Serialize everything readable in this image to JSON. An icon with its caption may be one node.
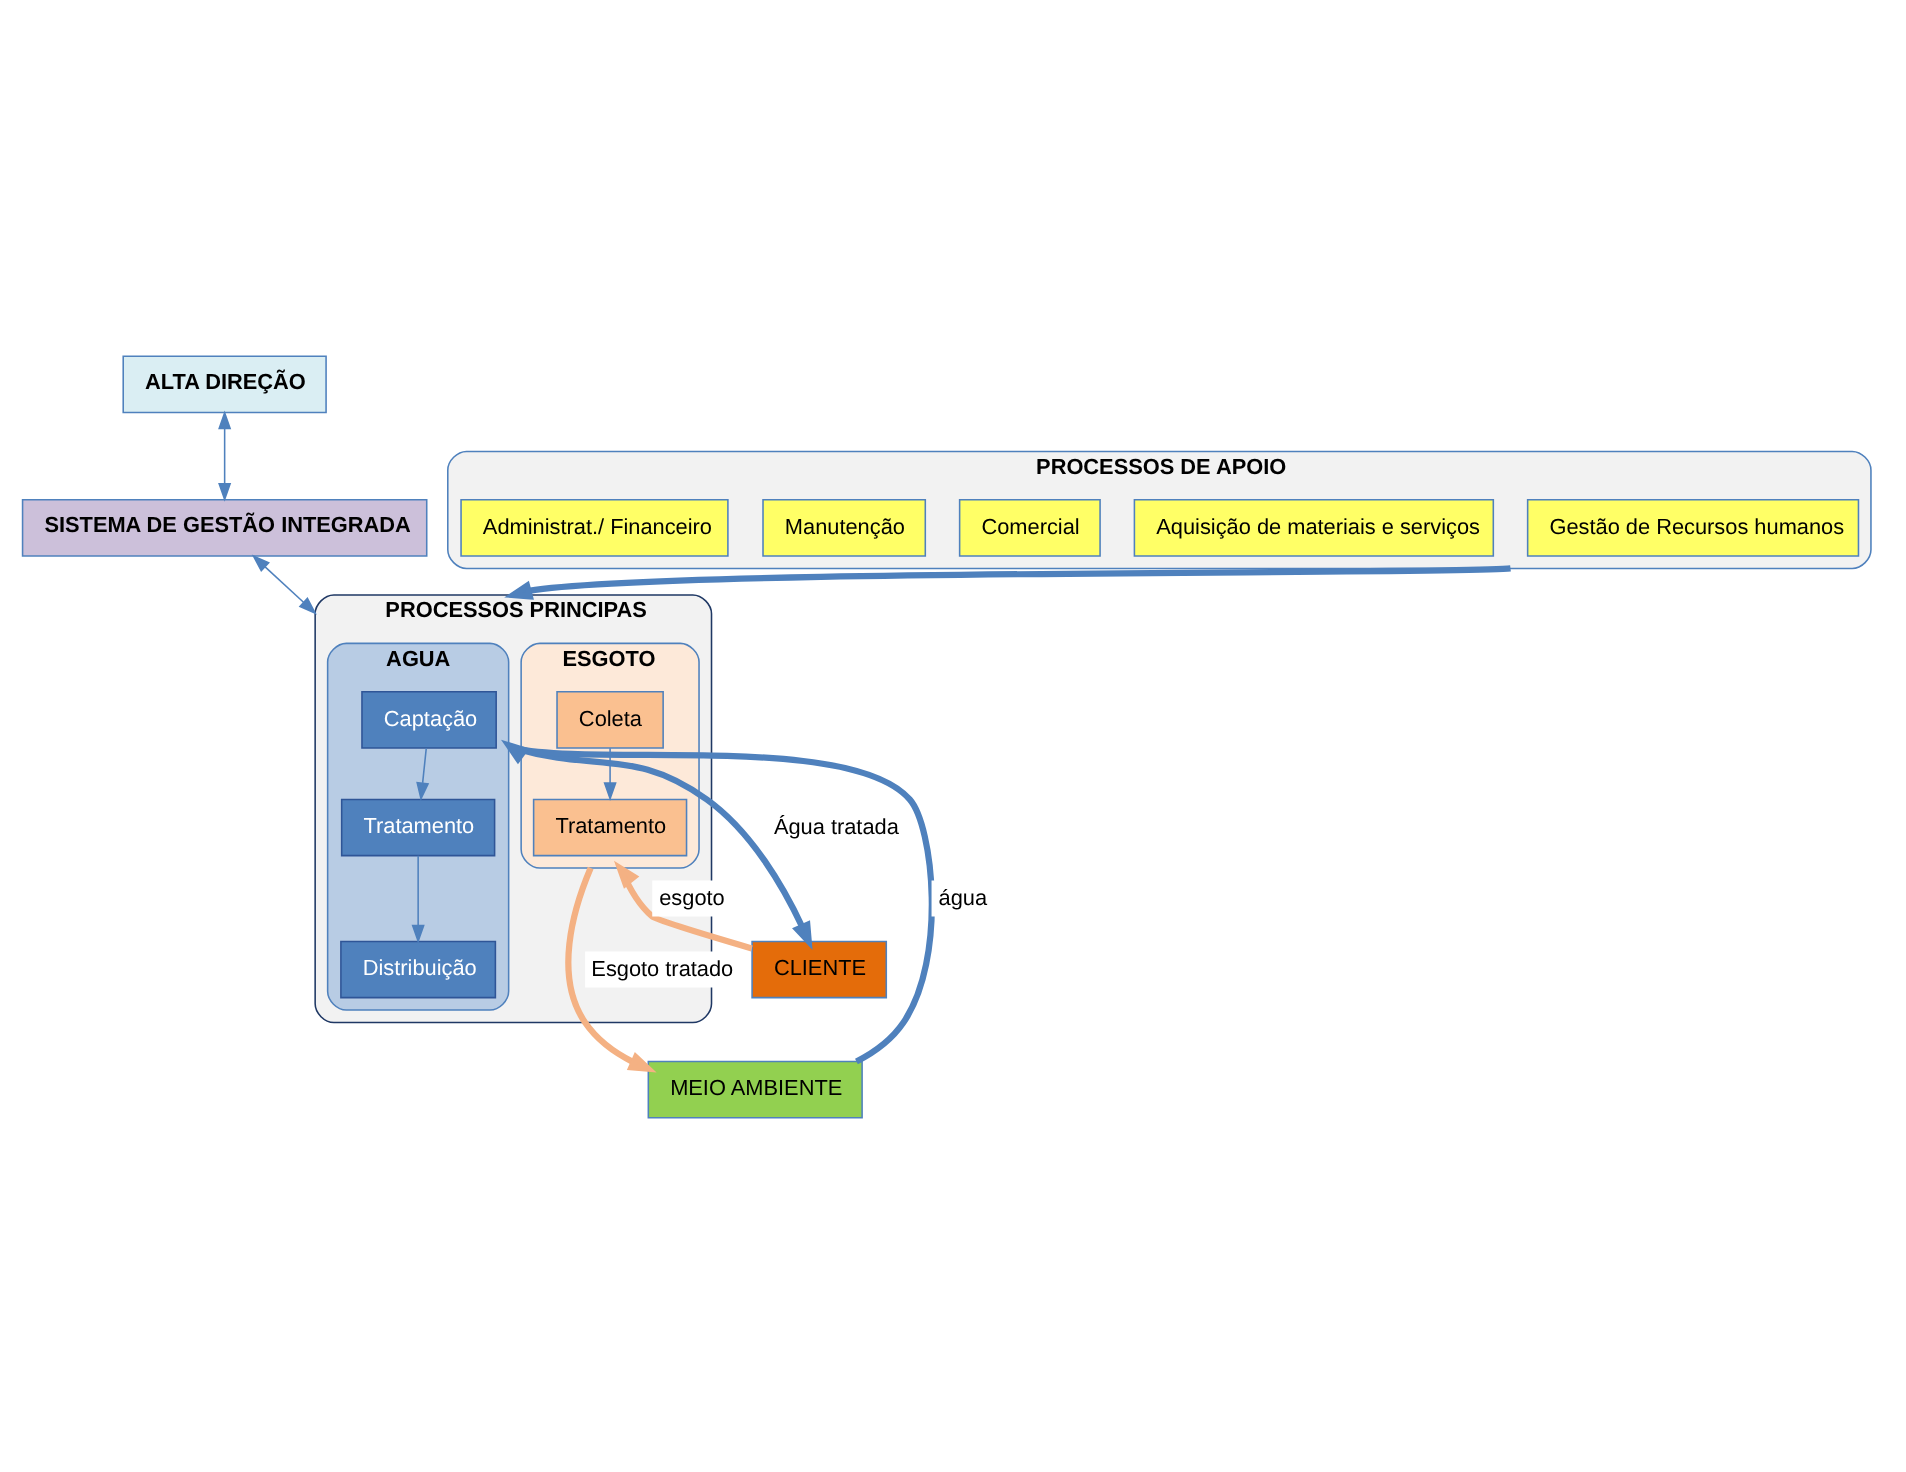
{
  "diagram": {
    "nodes": [
      {
        "text": [
          "ALTA DIREÇÃO"
        ]
      },
      {
        "text": [
          "SISTEMA DE GESTÃO INTEGRADA"
        ]
      },
      {
        "text": [
          "PROCESSOS PRINCIPAS"
        ]
      },
      {
        "text": [
          "AGUA"
        ],
        "in": 2
      },
      {
        "text": [
          "Captação"
        ],
        "in": 3
      },
      {
        "text": [
          "Tratamento"
        ],
        "in": 3
      },
      {
        "text": [
          "Distribuição"
        ],
        "in": 3
      },
      {
        "text": [
          "ESGOTO"
        ],
        "in": 2
      },
      {
        "text": [
          "Tratamento"
        ],
        "in": 7
      },
      {
        "text": [
          "Coleta"
        ],
        "in": 7
      },
      {
        "text": [
          "MEIO AMBIENTE"
        ]
      },
      {
        "text": [
          "CLIENTE"
        ]
      },
      {
        "text": [
          "PROCESSOS DE APOIO"
        ]
      },
      {
        "text": [
          "Gestão de Recursos humanos"
        ],
        "in": 12
      },
      {
        "text": [
          "Aquisição de materiais e serviços"
        ],
        "in": 12
      },
      {
        "text": [
          "Comercial"
        ],
        "in": 12
      },
      {
        "text": [
          "Manutenção"
        ],
        "in": 12
      },
      {
        "text": [
          "Administrat./ Financeiro"
        ],
        "in": 12
      }
    ],
    "edges": [
      {
        "from": 0,
        "to": 1,
        "arrow": "both"
      },
      {
        "from": 1,
        "to": 2,
        "arrow": "both"
      },
      {
        "from": 10,
        "to": 3,
        "arrow": "to",
        "label": "água",
        "style": "thick"
      },
      {
        "from": 4,
        "to": 5,
        "arrow": "to"
      },
      {
        "from": 5,
        "to": 6,
        "arrow": "to"
      },
      {
        "from": 3,
        "to": 11,
        "arrow": "to",
        "label": "Água tratada",
        "style": "thick"
      },
      {
        "from": 11,
        "to": 7,
        "arrow": "to",
        "label": "esgoto",
        "style": "thick",
        "color": "#f4b183"
      },
      {
        "from": 9,
        "to": 8,
        "arrow": "to"
      },
      {
        "from": 7,
        "to": 10,
        "arrow": "to",
        "label": "Esgoto tratado",
        "style": "thick",
        "color": "#f4b183"
      },
      {
        "from": 12,
        "to": 2,
        "arrow": "to",
        "style": "thick"
      }
    ]
  }
}
